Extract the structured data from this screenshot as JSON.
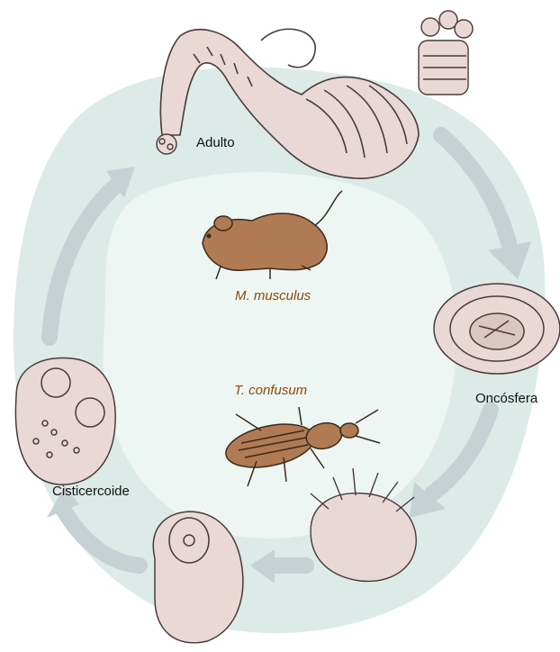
{
  "labels": {
    "adult": "Adulto",
    "oncosphere": "Oncósfera",
    "cysticercoid": "Cisticercoide"
  },
  "hosts": {
    "definitive": "M. musculus",
    "intermediate": "T. confusum"
  },
  "colors": {
    "outer_ring": "#dcebe7",
    "inner_area": "#eef6f4",
    "arrow": "#c5d2d3",
    "stage_fill": "#ead8d6",
    "stage_stroke": "#4a3a3a",
    "host_fill": "#b07a55",
    "species_text": "#8a4a12"
  },
  "icons": [
    "adult-tapeworm-icon",
    "scolex-icon",
    "egg-icon",
    "oncosphere-icon",
    "cysticercoid-icon",
    "mouse-icon",
    "beetle-icon"
  ]
}
